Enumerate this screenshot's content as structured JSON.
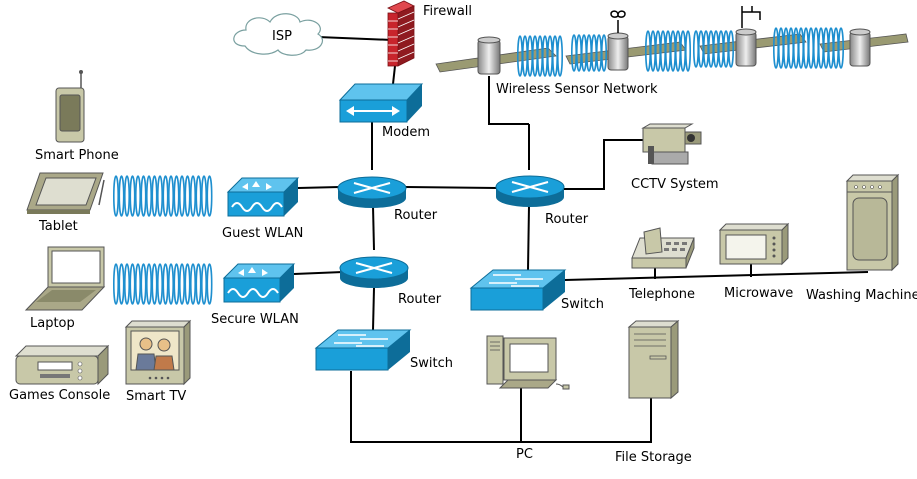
{
  "nodes": {
    "isp": "ISP",
    "firewall": "Firewall",
    "modem": "Modem",
    "wsn": "Wireless Sensor Network",
    "router_main": "Router",
    "router_right": "Router",
    "router_lower": "Router",
    "cctv": "CCTV System",
    "guest_wlan": "Guest WLAN",
    "secure_wlan": "Secure WLAN",
    "switch_left": "Switch",
    "switch_right": "Switch",
    "telephone": "Telephone",
    "microwave": "Microwave",
    "washing_machine": "Washing Machine",
    "smart_phone": "Smart Phone",
    "tablet": "Tablet",
    "laptop": "Laptop",
    "games_console": "Games Console",
    "smart_tv": "Smart TV",
    "pc": "PC",
    "file_storage": "File Storage"
  },
  "colors": {
    "cisco_blue": "#1a9fd9",
    "cisco_dark": "#0d6d99",
    "device_beige": "#c8c8a8",
    "device_dark": "#7a7a5a",
    "wireless": "#1e8fcf",
    "firewall_red": "#c8242c"
  }
}
